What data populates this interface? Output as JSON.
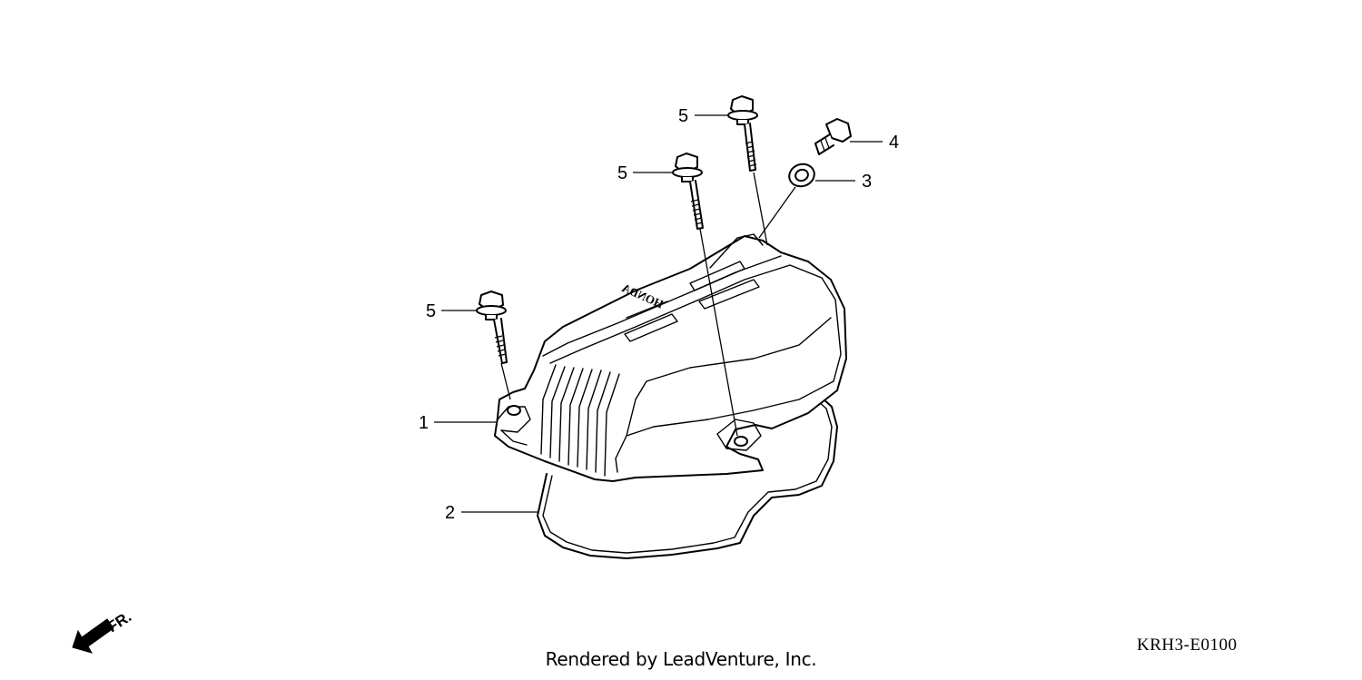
{
  "diagram": {
    "callouts": {
      "bolt_left": "5",
      "bolt_middle": "5",
      "bolt_top": "5",
      "bolt_small": "4",
      "washer": "3",
      "cover": "1",
      "gasket": "2"
    },
    "cover_logo": "HONDA",
    "direction_marker": "FR.",
    "diagram_code": "KRH3-E0100"
  },
  "footer": {
    "credit": "Rendered by LeadVenture, Inc."
  }
}
